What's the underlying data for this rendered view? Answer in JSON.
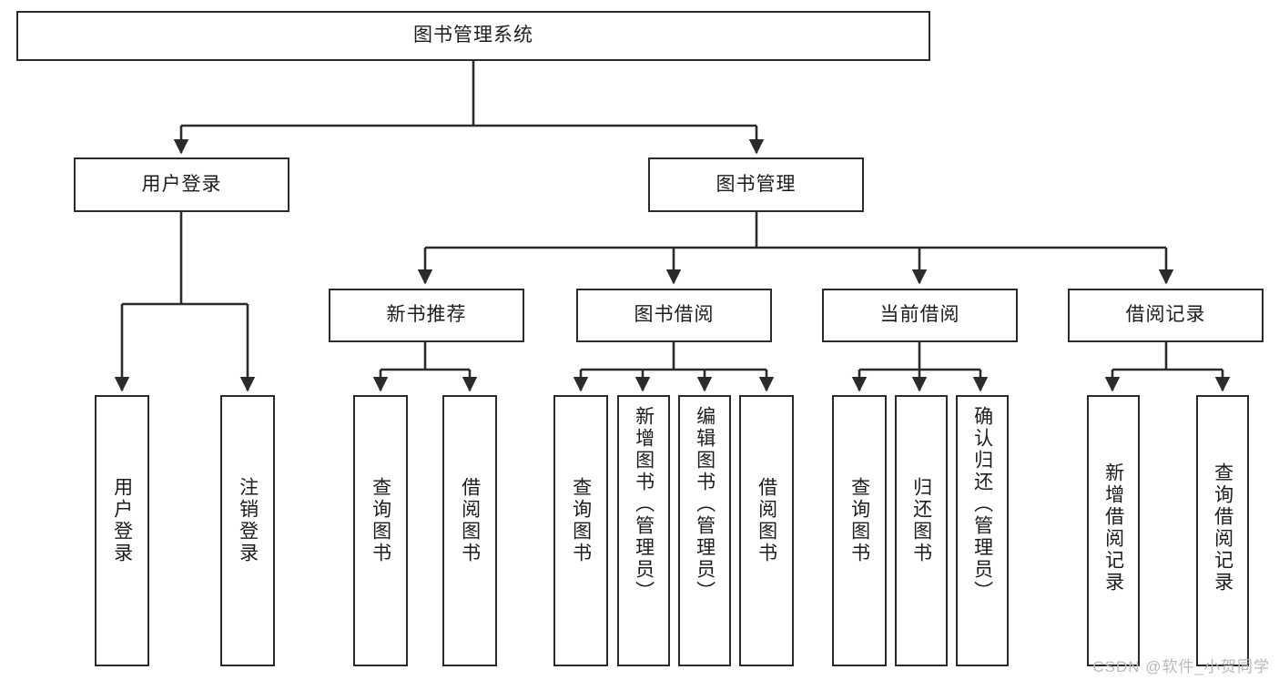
{
  "diagram": {
    "title": "图书管理系统",
    "type": "tree",
    "watermark": "CSDN @软件_小贺同学",
    "stroke_color": "#2b2b2b",
    "fill_color": "#ffffff",
    "text_color": "#1c1c1c"
  },
  "nodes": {
    "root": {
      "label": "图书管理系统"
    },
    "level2": [
      {
        "label": "用户登录"
      },
      {
        "label": "图书管理"
      }
    ],
    "level3": [
      {
        "label": "新书推荐"
      },
      {
        "label": "图书借阅"
      },
      {
        "label": "当前借阅"
      },
      {
        "label": "借阅记录"
      }
    ],
    "leaves": {
      "user_login": [
        {
          "label": "用户登录"
        },
        {
          "label": "注销登录"
        }
      ],
      "new_book_recommend": [
        {
          "label": "查询图书"
        },
        {
          "label": "借阅图书"
        }
      ],
      "book_borrow": [
        {
          "label": "查询图书"
        },
        {
          "label": "新增图书（管理员）"
        },
        {
          "label": "编辑图书（管理员）"
        },
        {
          "label": "借阅图书"
        }
      ],
      "current_borrow": [
        {
          "label": "查询图书"
        },
        {
          "label": "归还图书"
        },
        {
          "label": "确认归还（管理员）"
        }
      ],
      "borrow_record": [
        {
          "label": "新增借阅记录"
        },
        {
          "label": "查询借阅记录"
        }
      ]
    }
  }
}
